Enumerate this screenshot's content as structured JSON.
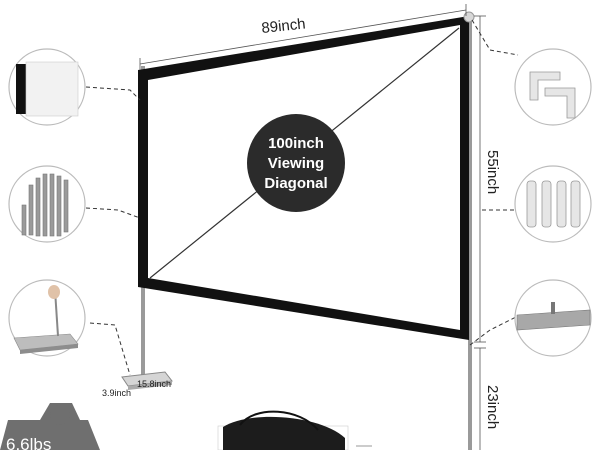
{
  "dimensions": {
    "width_label": "89inch",
    "height_label": "55inch",
    "stand_height_label": "23inch",
    "base_depth_label": "3.9inch",
    "base_width_label": "15.8inch"
  },
  "badge": {
    "line1": "100inch",
    "line2": "Viewing",
    "line3": "Diagonal"
  },
  "weight": {
    "label": "6.6lbs"
  },
  "colors": {
    "frame": "#111111",
    "badge_bg": "#2b2b2b",
    "circle_border": "#9a9a9a",
    "weight_bg": "#6f6f6f"
  },
  "icons": [
    "screen-fabric-icon",
    "poles-icon",
    "base-plate-icon",
    "elbow-connector-icon",
    "tube-connector-icon",
    "foot-stand-icon",
    "carry-bag-icon"
  ]
}
